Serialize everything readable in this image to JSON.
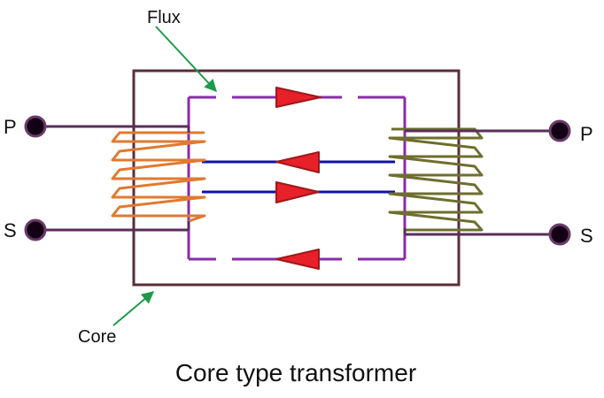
{
  "labels": {
    "flux": "Flux",
    "core": "Core",
    "caption": "Core type transformer",
    "primary_left": "P",
    "secondary_left": "S",
    "primary_right": "P",
    "secondary_right": "S"
  },
  "colors": {
    "core": "#5a2e3a",
    "lead_wire": "#5a2e5a",
    "flux_path": "#8a2bab",
    "inner_flux": "#1010aa",
    "primary_coil": "#e07a30",
    "secondary_coil": "#6e6e2e",
    "arrow_fill": "#e8202a",
    "arrow_stroke": "#a01818",
    "pointer_arrow": "#1e9a4a",
    "terminal": "#140014"
  },
  "flux_arrows": [
    {
      "path": "top",
      "direction": "right"
    },
    {
      "path": "upper-inner",
      "direction": "left"
    },
    {
      "path": "lower-inner",
      "direction": "right"
    },
    {
      "path": "bottom",
      "direction": "left"
    }
  ]
}
